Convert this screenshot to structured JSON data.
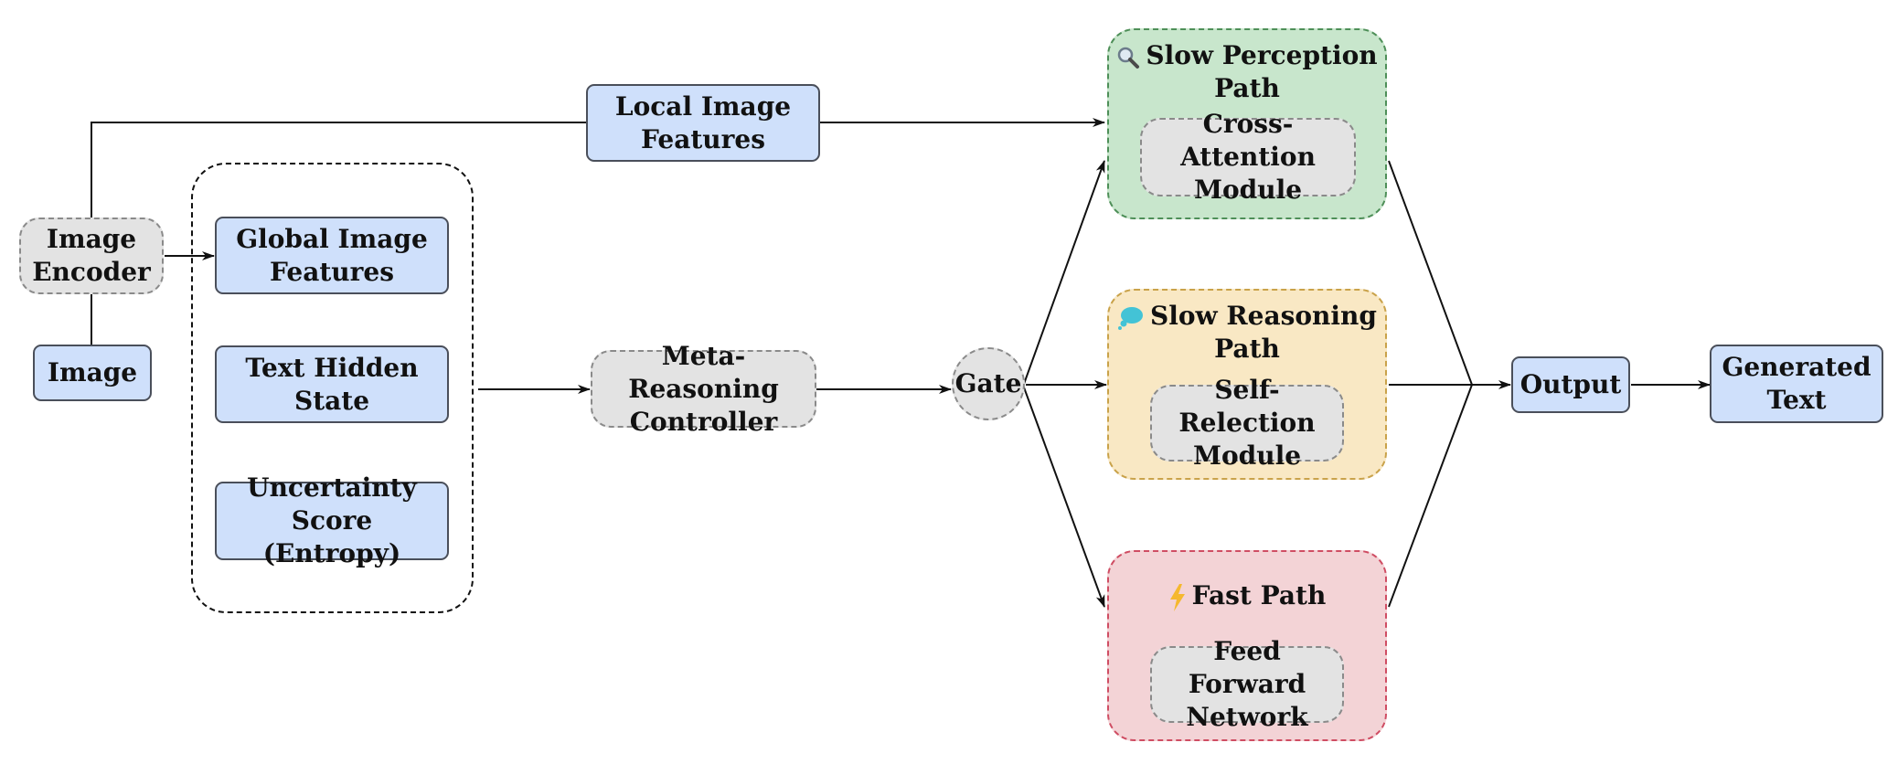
{
  "nodes": {
    "local_image_features": [
      "Local Image",
      "Features"
    ],
    "image_encoder": [
      "Image",
      "Encoder"
    ],
    "image": "Image",
    "global_image_features": [
      "Global Image",
      "Features"
    ],
    "text_hidden_state": "Text Hidden State",
    "uncertainty_score": [
      "Uncertainty Score",
      "(Entropy)"
    ],
    "meta_reasoning_controller": [
      "Meta-Reasoning",
      "Controller"
    ],
    "gate": "Gate",
    "output": "Output",
    "generated_text": [
      "Generated",
      "Text"
    ]
  },
  "paths": {
    "slow_perception": {
      "title": [
        "Slow Perception",
        "Path"
      ],
      "icon": "magnifier-icon",
      "module": [
        "Cross-Attention",
        "Module"
      ]
    },
    "slow_reasoning": {
      "title": [
        "Slow Reasoning",
        "Path"
      ],
      "icon": "thought-bubble-icon",
      "module": [
        "Self-Relection",
        "Module"
      ]
    },
    "fast": {
      "title": "Fast Path",
      "icon": "lightning-icon",
      "module": [
        "Feed Forward",
        "Network"
      ]
    }
  },
  "colors": {
    "blue_node": "#cfe0fb",
    "grey_node": "#e3e3e3",
    "slow_perception_fill": "#c8e6cc",
    "slow_reasoning_fill": "#f9e8c4",
    "fast_path_fill": "#f3d3d6"
  }
}
